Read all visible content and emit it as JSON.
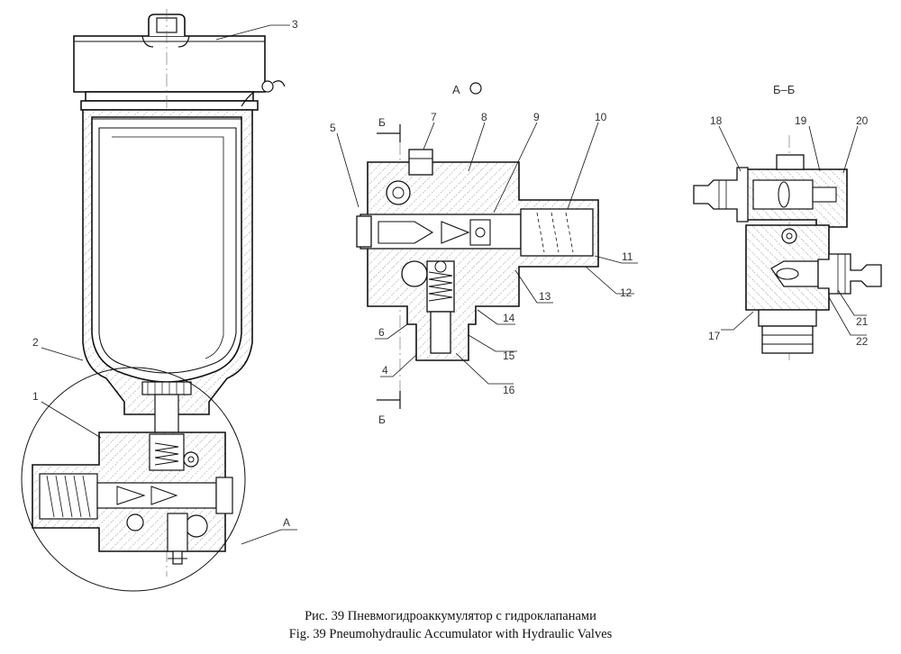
{
  "views": {
    "view_a_title": "А",
    "section_title": "Б–Б",
    "cut_mark_top": "Б",
    "cut_mark_bottom": "Б"
  },
  "callouts": {
    "c1": "1",
    "c2": "2",
    "c3": "3",
    "cA": "А",
    "c4": "4",
    "c5": "5",
    "c6": "6",
    "c7": "7",
    "c8": "8",
    "c9": "9",
    "c10": "10",
    "c11": "11",
    "c12": "12",
    "c13": "13",
    "c14": "14",
    "c15": "15",
    "c16": "16",
    "c17": "17",
    "c18": "18",
    "c19": "19",
    "c20": "20",
    "c21": "21",
    "c22": "22"
  },
  "caption": {
    "ru": "Рис. 39 Пневмогидроаккумулятор с гидроклапанами",
    "en": "Fig. 39 Pneumohydraulic Accumulator with Hydraulic Valves"
  }
}
